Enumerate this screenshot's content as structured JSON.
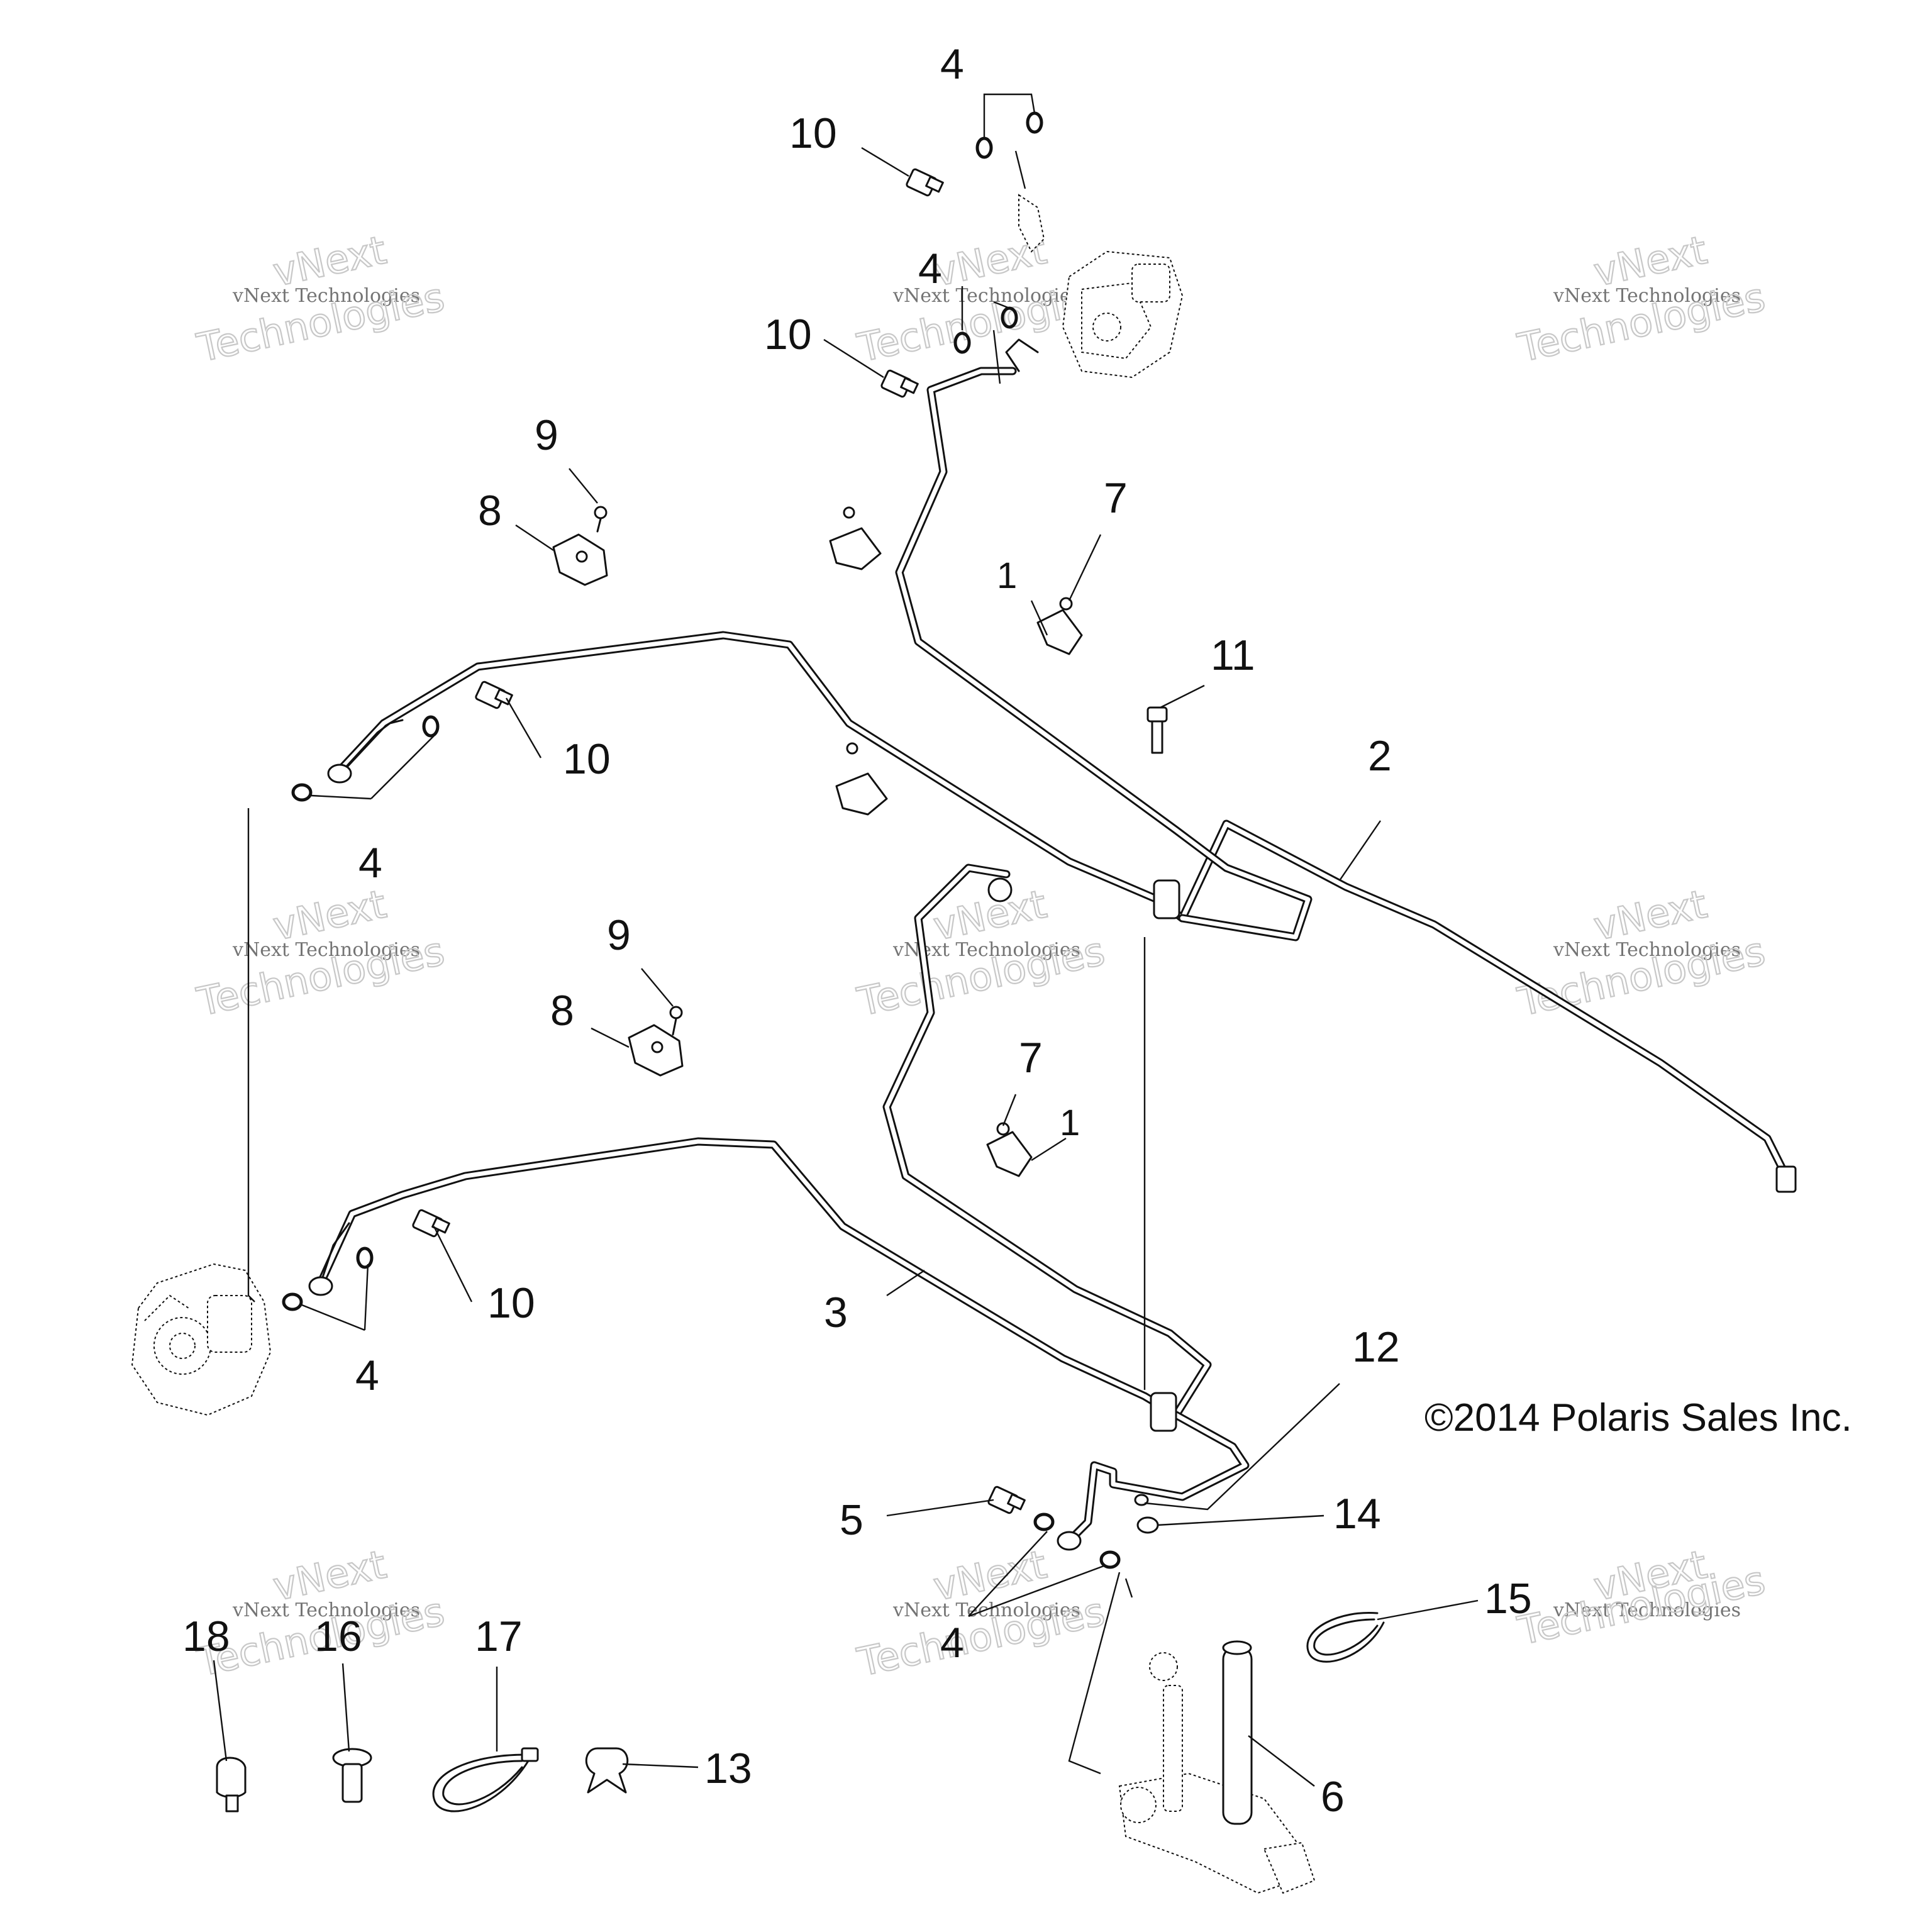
{
  "watermark": {
    "line1": "vNext",
    "line2": "vNext Technologies",
    "line3": "Technologies"
  },
  "copyright": "©2014 Polaris Sales Inc.",
  "callouts": {
    "c1_top": "1",
    "c1_mid": "1",
    "c2": "2",
    "c3": "3",
    "c4_top": "4",
    "c4_upper_mid": "4",
    "c4_left_upper": "4",
    "c4_left_lower": "4",
    "c4_bottom": "4",
    "c5": "5",
    "c6": "6",
    "c7_top": "7",
    "c7_mid": "7",
    "c8_top": "8",
    "c8_mid": "8",
    "c9_top": "9",
    "c9_mid": "9",
    "c10_top": "10",
    "c10_upper_mid": "10",
    "c10_left_upper": "10",
    "c10_left_lower": "10",
    "c11": "11",
    "c12": "12",
    "c13": "13",
    "c14": "14",
    "c15": "15",
    "c16": "16",
    "c17": "17",
    "c18": "18"
  }
}
